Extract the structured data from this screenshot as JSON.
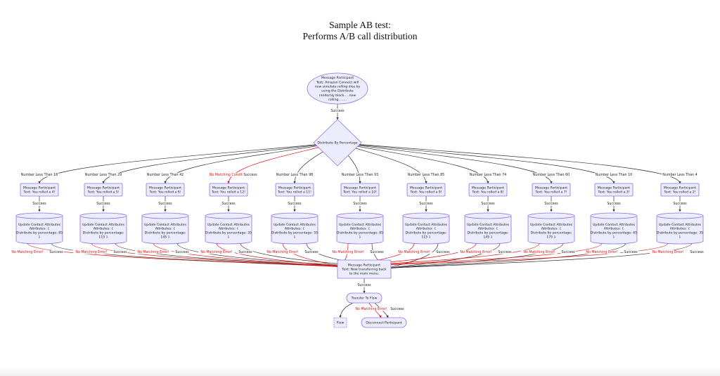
{
  "diagram": {
    "title_line1": "Sample AB test:",
    "title_line2": "Performs A/B call distribution",
    "start_node": [
      "Message Participant",
      "Text: Amazon Connect will",
      "now simulate rolling dice by",
      "using the Distribute",
      "randomly block.....now",
      "rolling........"
    ],
    "start_edge_label": "Success",
    "decision_label": "Distribute By Percentage",
    "branches": [
      {
        "condition": "Number Less Than 18",
        "msg": [
          "Message Participant",
          "Text: You rolled a 4!"
        ],
        "update": [
          "Update Contact Attributes",
          "Attributes: {",
          "Distribute by percentage: 85",
          "}"
        ]
      },
      {
        "condition": "Number Less Than 29",
        "msg": [
          "Message Participant",
          "Text: You rolled a 5!"
        ],
        "update": [
          "Update Contact Attributes",
          "Attributes: {",
          "Distribute by percentage:",
          "115 }"
        ]
      },
      {
        "condition": "Number Less Than 42",
        "msg": [
          "Message Participant",
          "Text: You rolled a 6!"
        ],
        "update": [
          "Update Contact Attributes",
          "Attributes: {",
          "Distribute by percentage:",
          "145 }"
        ]
      },
      {
        "condition": "No Matching Condition",
        "msg": [
          "Message Participant",
          "Text: You rolled a 12!"
        ],
        "update": [
          "Update Contact Attributes",
          "Attributes: {",
          "Distribute by percentage: 35",
          "}"
        ]
      },
      {
        "condition": "Number Less Than 98",
        "msg": [
          "Message Participant",
          "Text: You rolled a 11!"
        ],
        "update": [
          "Update Contact Attributes",
          "Attributes: {",
          "Distribute by percentage: 55",
          "}"
        ]
      },
      {
        "condition": "Number Less Than 93",
        "msg": [
          "Message Participant",
          "Text: You rolled a 10!"
        ],
        "update": [
          "Update Contact Attributes",
          "Attributes: {",
          "Distribute by percentage: 85",
          "}"
        ]
      },
      {
        "condition": "Number Less Than 85",
        "msg": [
          "Message Participant",
          "Text: You rolled a 9!"
        ],
        "update": [
          "Update Contact Attributes",
          "Attributes: {",
          "Distribute by percentage:",
          "115 }"
        ]
      },
      {
        "condition": "Number Less Than 74",
        "msg": [
          "Message Participant",
          "Text: You rolled a 8!"
        ],
        "update": [
          "Update Contact Attributes",
          "Attributes: {",
          "Distribute by percentage:",
          "145 }"
        ]
      },
      {
        "condition": "Number Less Than 60",
        "msg": [
          "Message Participant",
          "Text: You rolled a 7!"
        ],
        "update": [
          "Update Contact Attributes",
          "Attributes: {",
          "Distribute by percentage:",
          "175 }"
        ]
      },
      {
        "condition": "Number Less Than 10",
        "msg": [
          "Message Participant",
          "Text: You rolled a 3!"
        ],
        "update": [
          "Update Contact Attributes",
          "Attributes: {",
          "Distribute by percentage: 65",
          "}"
        ]
      },
      {
        "condition": "Number Less Than 4",
        "msg": [
          "Message Participant",
          "Text: You rolled a 2!"
        ],
        "update": [
          "Update Contact Attributes",
          "Attributes: {",
          "Distribute by percentage: 35",
          "}"
        ]
      }
    ],
    "branch_success_label": "Success",
    "update_error_label": "No Matching Error!",
    "update_success_label": "Success",
    "transfer_msg_node": [
      "Message Participant",
      "Text: Now transferring back",
      "to the main menu."
    ],
    "transfer_msg_edge_label": "Success",
    "transfer_node": "Transfer To Flow",
    "transfer_error_label": "No Matching Error!",
    "transfer_success_label": "Success",
    "flow_node": "Flow",
    "disconnect_node": "Disconnect Participant",
    "colors": {
      "node_fill": "#ececff",
      "node_stroke": "#9370db",
      "edge": "#333333",
      "error_edge": "#e01010",
      "condition_error_text": "#e01010"
    }
  }
}
